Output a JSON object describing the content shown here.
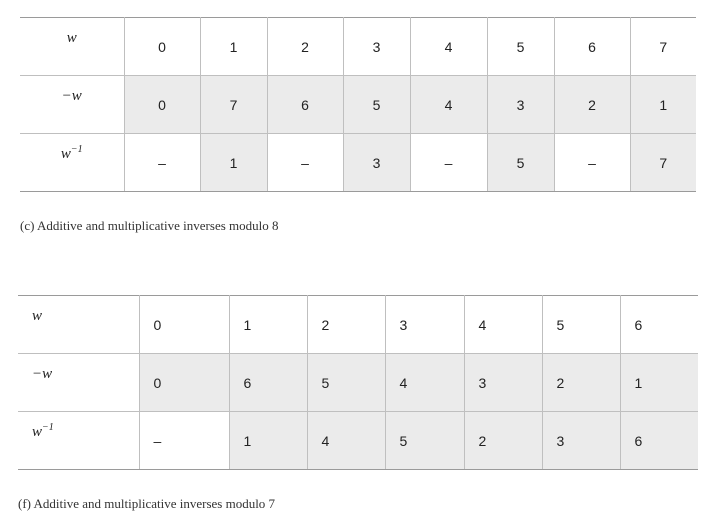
{
  "table_c": {
    "headers": [
      "w",
      "−w",
      "w"
    ],
    "header_sup": [
      "",
      "",
      "−1"
    ],
    "rows": [
      [
        "0",
        "1",
        "2",
        "3",
        "4",
        "5",
        "6",
        "7"
      ],
      [
        "0",
        "7",
        "6",
        "5",
        "4",
        "3",
        "2",
        "1"
      ],
      [
        "–",
        "1",
        "–",
        "3",
        "–",
        "5",
        "–",
        "7"
      ]
    ],
    "caption": "(c) Additive and multiplicative inverses modulo 8"
  },
  "table_f": {
    "headers": [
      "w",
      "−w",
      "w"
    ],
    "header_sup": [
      "",
      "",
      "−1"
    ],
    "rows": [
      [
        "0",
        "1",
        "2",
        "3",
        "4",
        "5",
        "6"
      ],
      [
        "0",
        "6",
        "5",
        "4",
        "3",
        "2",
        "1"
      ],
      [
        "–",
        "1",
        "4",
        "5",
        "2",
        "3",
        "6"
      ]
    ],
    "caption": "(f) Additive and multiplicative inverses modulo 7"
  },
  "colors": {
    "shade": "#ebebeb",
    "border": "#bfbfbf"
  }
}
